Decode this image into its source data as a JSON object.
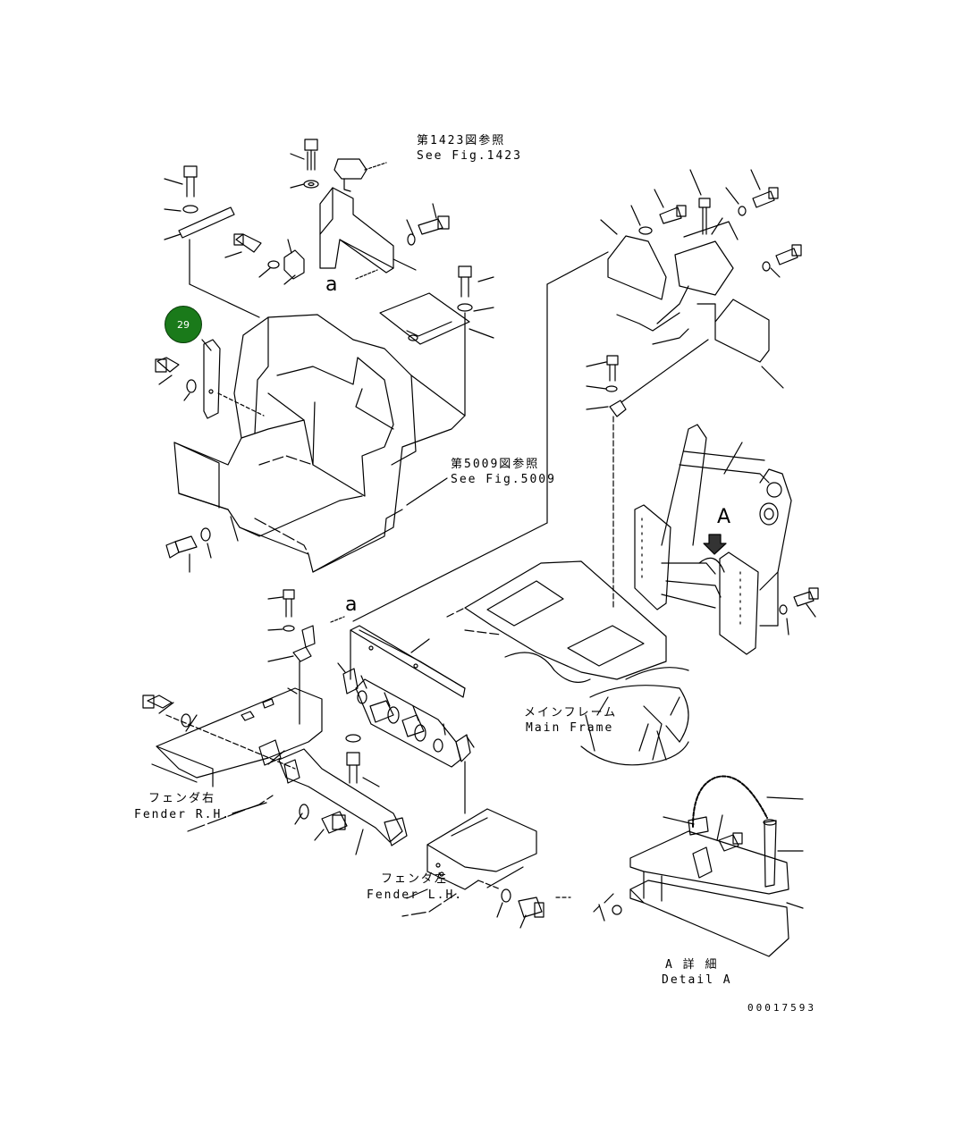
{
  "callout": {
    "number": "29",
    "color": "#1a7a1a"
  },
  "labels": {
    "ref_1423_jp": "第1423図参照",
    "ref_1423_en": "See Fig.1423",
    "ref_5009_jp": "第5009図参照",
    "ref_5009_en": "See Fig.5009",
    "main_frame_jp": "メインフレーム",
    "main_frame_en": "Main Frame",
    "fender_rh_jp": "フェンダ右",
    "fender_rh_en": "Fender R.H.",
    "fender_lh_jp": "フェンダ左",
    "fender_lh_en": "Fender L.H.",
    "detail_a_jp": "A 詳 細",
    "detail_a_en": "Detail A",
    "view_a_1": "a",
    "view_a_2": "a",
    "view_A": "A",
    "drawing_number": "00017593"
  }
}
